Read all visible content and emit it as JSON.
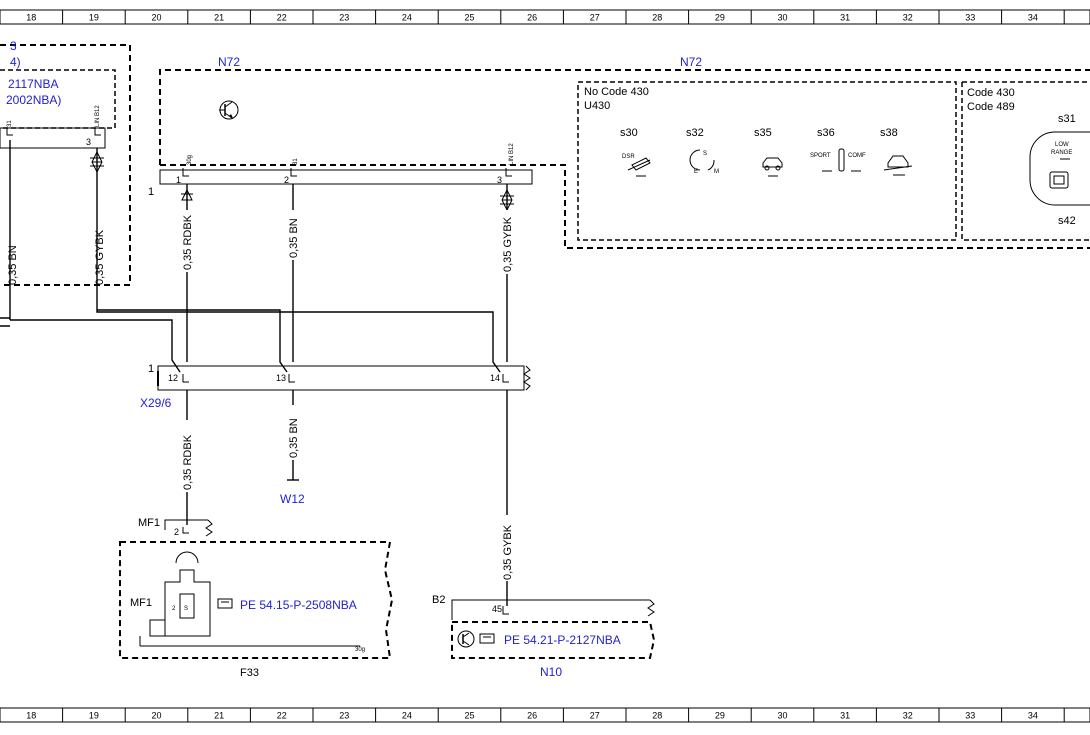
{
  "ruler": {
    "columns": [
      "18",
      "19",
      "20",
      "21",
      "22",
      "23",
      "24",
      "25",
      "26",
      "27",
      "28",
      "29",
      "30",
      "31",
      "32",
      "33",
      "34"
    ]
  },
  "modules": {
    "n72_left": "N72",
    "n72_right": "N72",
    "x29": "X29/6",
    "w12": "W12",
    "mf1_top": "MF1",
    "mf1_inner": "MF1",
    "f33": "F33",
    "b2": "B2",
    "n10": "N10"
  },
  "left_partial": {
    "line1": "3",
    "line2": "4)",
    "line3": "2117NBA",
    "line4": "2002NBA)"
  },
  "connector_n72": {
    "marker": "1",
    "pins": [
      "1",
      "2",
      "3"
    ],
    "pin_labels": [
      "30g",
      "31",
      "LIN B12"
    ]
  },
  "connector_left": {
    "pin": "3",
    "pin_label_a": "31",
    "pin_label_b": "LIN B12"
  },
  "connector_x29": {
    "marker": "1",
    "pins": [
      "12",
      "13",
      "14"
    ]
  },
  "wires": {
    "left_bn": "0,35 BN",
    "left_gybk": "0,35 GYBK",
    "w1": "0,35 RDBK",
    "w2": "0,35 BN",
    "w3": "0,35 GYBK",
    "w4": "0,35 RDBK",
    "w5": "0,35 BN",
    "w6": "0,35 GYBK"
  },
  "switch_box": {
    "line1": "No  Code 430",
    "line2": "U430",
    "switches": [
      "s30",
      "s32",
      "s35",
      "s36",
      "s38"
    ],
    "icon_texts": {
      "dsr": "DSR",
      "s": "S",
      "e": "E",
      "m": "M",
      "sport": "SPORT",
      "comf": "COMF"
    }
  },
  "code_box": {
    "line1": "Code 430",
    "line2": "Code 489",
    "switch_top": "s31",
    "switch_bottom": "s42",
    "knob_text1": "LOW",
    "knob_text2": "RANGE"
  },
  "mf1_pin": "2",
  "f33_details": {
    "pin_a": "2",
    "pin_b": "S",
    "ground": "30g"
  },
  "b2_pin": "45",
  "references": {
    "f33_ref": "PE 54.15-P-2508NBA",
    "n10_ref": "PE 54.21-P-2127NBA"
  },
  "colors": {
    "module_blue": "#1f1fd0",
    "line": "#000000"
  }
}
